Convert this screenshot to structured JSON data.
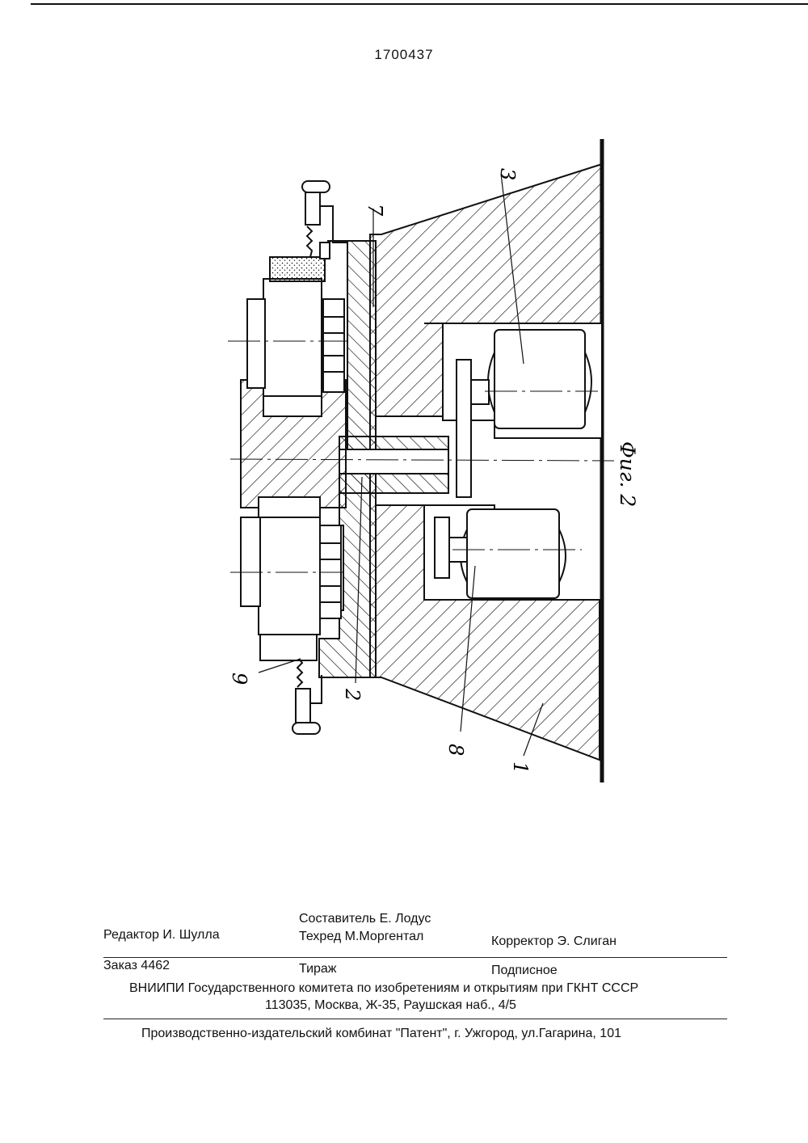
{
  "document": {
    "patent_number": "1700437",
    "figure_caption": "Фиг. 2",
    "reference_labels": [
      "1",
      "2",
      "3",
      "7",
      "8",
      "9"
    ]
  },
  "imprint": {
    "compiler": "Составитель  Е. Лодус",
    "editor": "Редактор  И. Шулла",
    "techred": "Техред М.Моргентал",
    "corrector": "Корректор  Э. Слиган",
    "order": "Заказ  4462",
    "circulation": "Тираж",
    "subscription": "Подписное",
    "institute": "ВНИИПИ Государственного комитета по изобретениям и открытиям при ГКНТ СССР",
    "address": "113035, Москва, Ж-35, Раушская наб., 4/5",
    "publisher": "Производственно-издательский комбинат \"Патент\", г. Ужгород, ул.Гагарина, 101"
  }
}
